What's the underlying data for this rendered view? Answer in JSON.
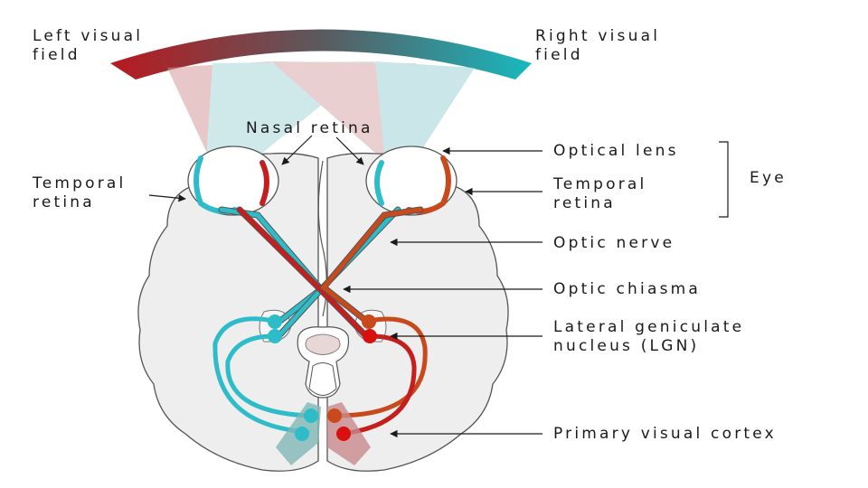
{
  "labels": {
    "left_visual_field": [
      "Left visual",
      "field"
    ],
    "right_visual_field": [
      "Right visual",
      "field"
    ],
    "nasal_retina": "Nasal retina",
    "temporal_retina_left": [
      "Temporal",
      "retina"
    ],
    "optical_lens": "Optical lens",
    "temporal_retina_right": [
      "Temporal",
      "retina"
    ],
    "eye": "Eye",
    "optic_nerve": "Optic nerve",
    "optic_chiasma": "Optic chiasma",
    "lgn": [
      "Lateral geniculate",
      "nucleus (LGN)"
    ],
    "primary_visual_cortex": "Primary visual cortex"
  },
  "colors": {
    "left_field": "#b8191f",
    "right_field": "#18b8bf",
    "left_pathway": "#c41e1e",
    "right_pathway": "#2ebcc8",
    "orange_pathway": "#c84a1c",
    "brain_fill": "#eeeeee",
    "brain_outline": "#555555",
    "red_cone": "#d49a9c",
    "teal_cone": "#9fd3d6"
  }
}
